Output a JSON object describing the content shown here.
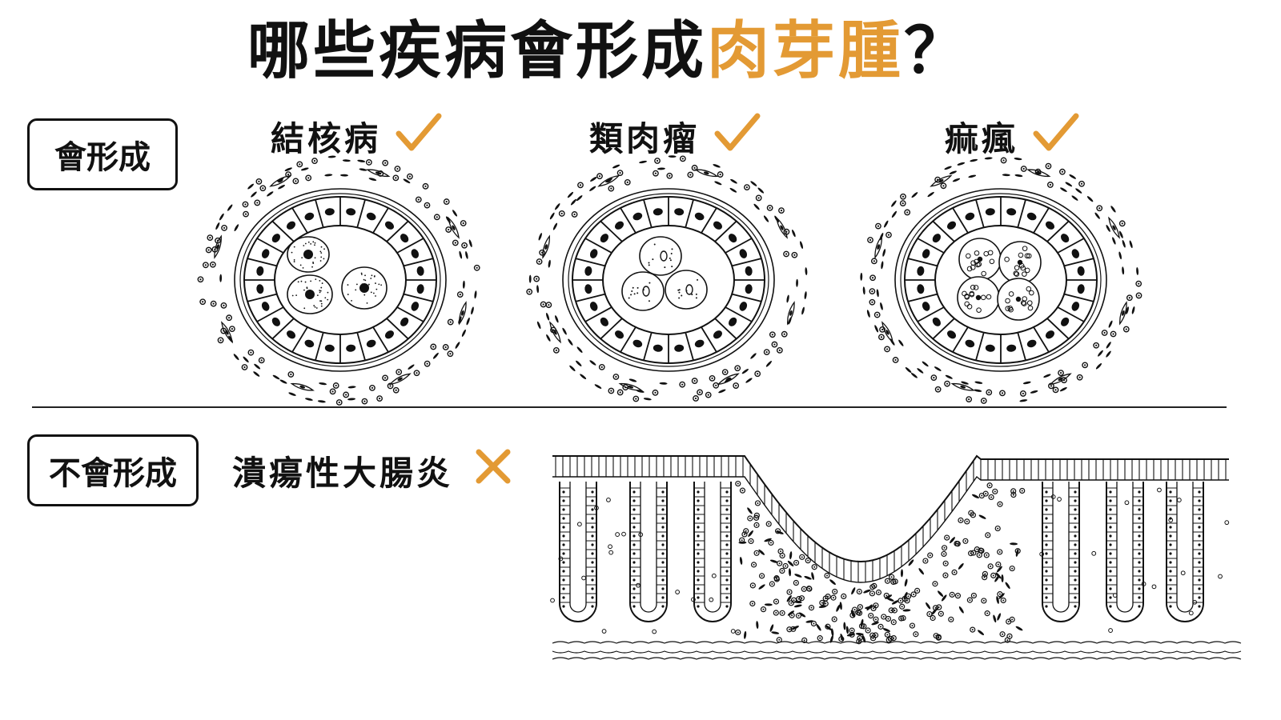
{
  "title": {
    "prefix": "哪些疾病會形成",
    "highlight": "肉芽腫",
    "suffix": "？"
  },
  "forms_label": "會形成",
  "not_forms_label": "不會形成",
  "diseases_forming": [
    {
      "name": "結核病",
      "mark": "check-icon"
    },
    {
      "name": "類肉瘤",
      "mark": "check-icon"
    },
    {
      "name": "痲瘋",
      "mark": "check-icon"
    }
  ],
  "diseases_not_forming": [
    {
      "name": "潰瘍性大腸炎",
      "mark": "cross-icon"
    }
  ],
  "colors": {
    "accent": "#E39A34",
    "ink": "#111111",
    "background": "#FFFFFF"
  }
}
